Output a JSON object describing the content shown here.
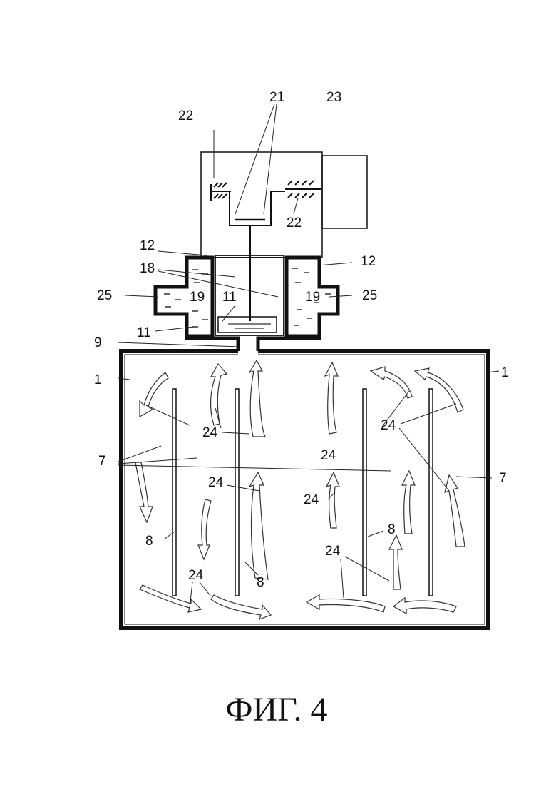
{
  "caption": "ФИГ. 4",
  "callouts": {
    "n1_left": "1",
    "n1_right": "1",
    "n7_left": "7",
    "n7_right": "7",
    "n8_a": "8",
    "n8_b": "8",
    "n8_c": "8",
    "n9": "9",
    "n11_left": "11",
    "n11_center": "11",
    "n12_left": "12",
    "n12_right": "12",
    "n18": "18",
    "n19_left": "19",
    "n19_right": "19",
    "n21": "21",
    "n22_left": "22",
    "n22_right": "22",
    "n23": "23",
    "n24_a": "24",
    "n24_b": "24",
    "n24_c": "24",
    "n24_d": "24",
    "n24_e": "24",
    "n24_f": "24",
    "n24_g": "24",
    "n25_left": "25",
    "n25_right": "25"
  }
}
